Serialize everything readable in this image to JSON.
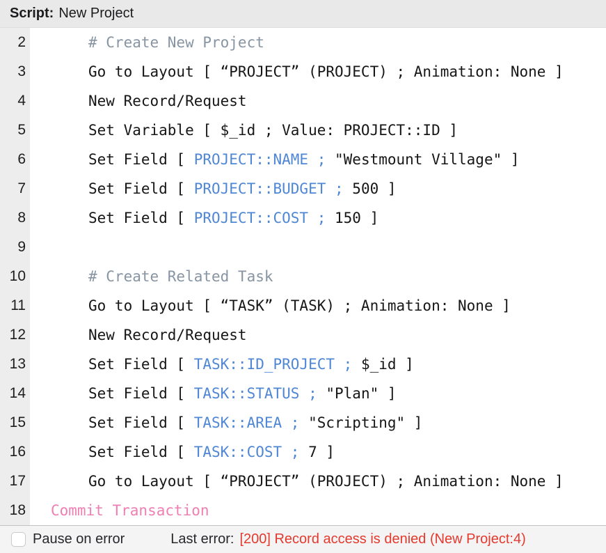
{
  "header": {
    "script_label": "Script:",
    "script_name": "New Project"
  },
  "colors": {
    "step": "#161616",
    "comment": "#8795a3",
    "field": "#4f87d5",
    "transaction": "#ee7fb2",
    "error": "#e43a2e",
    "header_bg": "#e9e9e9",
    "gutter_bg": "#ededed",
    "footer_bg": "#f4f4f5"
  },
  "script": {
    "lines": [
      {
        "num": "2",
        "indent": 1,
        "segments": [
          {
            "style": "comment",
            "text": "# Create New Project"
          }
        ]
      },
      {
        "num": "3",
        "indent": 1,
        "segments": [
          {
            "style": "step",
            "text": "Go to Layout [ “PROJECT” (PROJECT) ; Animation: None ]"
          }
        ]
      },
      {
        "num": "4",
        "indent": 1,
        "segments": [
          {
            "style": "step",
            "text": "New Record/Request"
          }
        ]
      },
      {
        "num": "5",
        "indent": 1,
        "segments": [
          {
            "style": "step",
            "text": "Set Variable [ $_id ; Value: PROJECT::ID ]"
          }
        ]
      },
      {
        "num": "6",
        "indent": 1,
        "segments": [
          {
            "style": "step",
            "text": "Set Field [ "
          },
          {
            "style": "field",
            "text": "PROJECT::NAME ;"
          },
          {
            "style": "step",
            "text": " \"Westmount Village\" ]"
          }
        ]
      },
      {
        "num": "7",
        "indent": 1,
        "segments": [
          {
            "style": "step",
            "text": "Set Field [ "
          },
          {
            "style": "field",
            "text": "PROJECT::BUDGET ;"
          },
          {
            "style": "step",
            "text": " 500 ]"
          }
        ]
      },
      {
        "num": "8",
        "indent": 1,
        "segments": [
          {
            "style": "step",
            "text": "Set Field [ "
          },
          {
            "style": "field",
            "text": "PROJECT::COST ;"
          },
          {
            "style": "step",
            "text": " 150 ]"
          }
        ]
      },
      {
        "num": "9",
        "indent": 1,
        "segments": []
      },
      {
        "num": "10",
        "indent": 1,
        "segments": [
          {
            "style": "comment",
            "text": "# Create Related Task"
          }
        ]
      },
      {
        "num": "11",
        "indent": 1,
        "segments": [
          {
            "style": "step",
            "text": "Go to Layout [ “TASK” (TASK) ; Animation: None ]"
          }
        ]
      },
      {
        "num": "12",
        "indent": 1,
        "segments": [
          {
            "style": "step",
            "text": "New Record/Request"
          }
        ]
      },
      {
        "num": "13",
        "indent": 1,
        "segments": [
          {
            "style": "step",
            "text": "Set Field [ "
          },
          {
            "style": "field",
            "text": "TASK::ID_PROJECT ;"
          },
          {
            "style": "step",
            "text": " $_id ]"
          }
        ]
      },
      {
        "num": "14",
        "indent": 1,
        "segments": [
          {
            "style": "step",
            "text": "Set Field [ "
          },
          {
            "style": "field",
            "text": "TASK::STATUS ;"
          },
          {
            "style": "step",
            "text": " \"Plan\" ]"
          }
        ]
      },
      {
        "num": "15",
        "indent": 1,
        "segments": [
          {
            "style": "step",
            "text": "Set Field [ "
          },
          {
            "style": "field",
            "text": "TASK::AREA ;"
          },
          {
            "style": "step",
            "text": " \"Scripting\" ]"
          }
        ]
      },
      {
        "num": "16",
        "indent": 1,
        "segments": [
          {
            "style": "step",
            "text": "Set Field [ "
          },
          {
            "style": "field",
            "text": "TASK::COST ;"
          },
          {
            "style": "step",
            "text": " 7 ]"
          }
        ]
      },
      {
        "num": "17",
        "indent": 1,
        "segments": [
          {
            "style": "step",
            "text": "Go to Layout [ “PROJECT” (PROJECT) ; Animation: None ]"
          }
        ]
      },
      {
        "num": "18",
        "indent": 0,
        "segments": [
          {
            "style": "txn",
            "text": "Commit Transaction"
          }
        ]
      }
    ]
  },
  "footer": {
    "pause_checkbox_checked": false,
    "pause_label": "Pause on error",
    "last_error_label": "Last error:",
    "error_text": "[200] Record access is denied (New Project:4)"
  }
}
